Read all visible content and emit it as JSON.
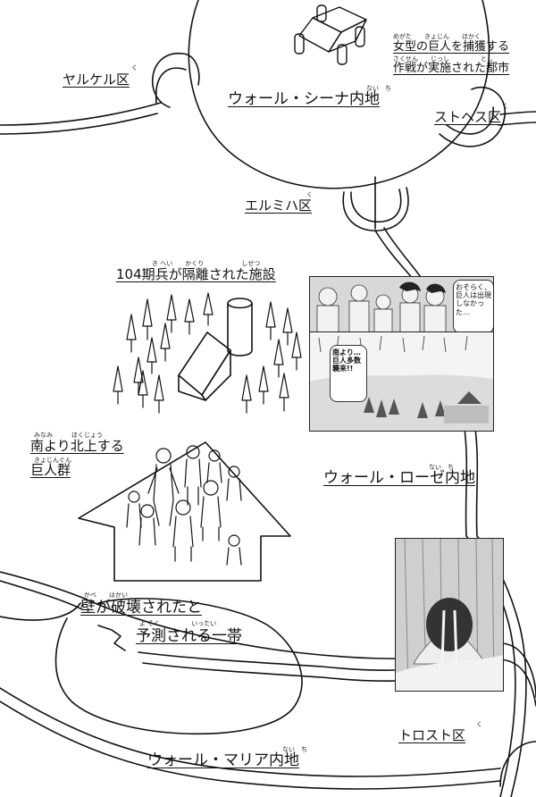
{
  "labels": {
    "yarkel": "ヤルケル区",
    "sina": "ウォール・シーナ内地",
    "female_line1": "女型の巨人を捕獲する",
    "female_line2": "作戦が実施された都市",
    "stohess": "ストヘス区",
    "ermich": "エルミハ区",
    "facility": "104期兵が隔離された施設",
    "titans_line1": "南より北上する",
    "titans_line2": "巨人群",
    "rose": "ウォール・ローゼ内地",
    "breach_line1": "壁が破壊されたと",
    "breach_line2": "予測される一帯",
    "trost": "トロスト区",
    "maria": "ウォール・マリア内地"
  },
  "ruby": {
    "ku": "く",
    "naichi": "ない　ち",
    "megata": "めがた　　きょじん　　ほかく",
    "sakusen": "さくせん　　じっし　　　　　とし",
    "kihei": "き へい　　かくり　　　　　　しせつ",
    "minami": "みなみ　　　ほくじょう",
    "kyojingun": "きょじんぐん",
    "kabe": "かべ　　はかい",
    "yosoku": "よ そく　　　　　いったい"
  },
  "manga": {
    "balloon_top": "おそらく、巨人は出現しなかった…",
    "balloon_mid": "南より…巨人多数襲来!!"
  }
}
